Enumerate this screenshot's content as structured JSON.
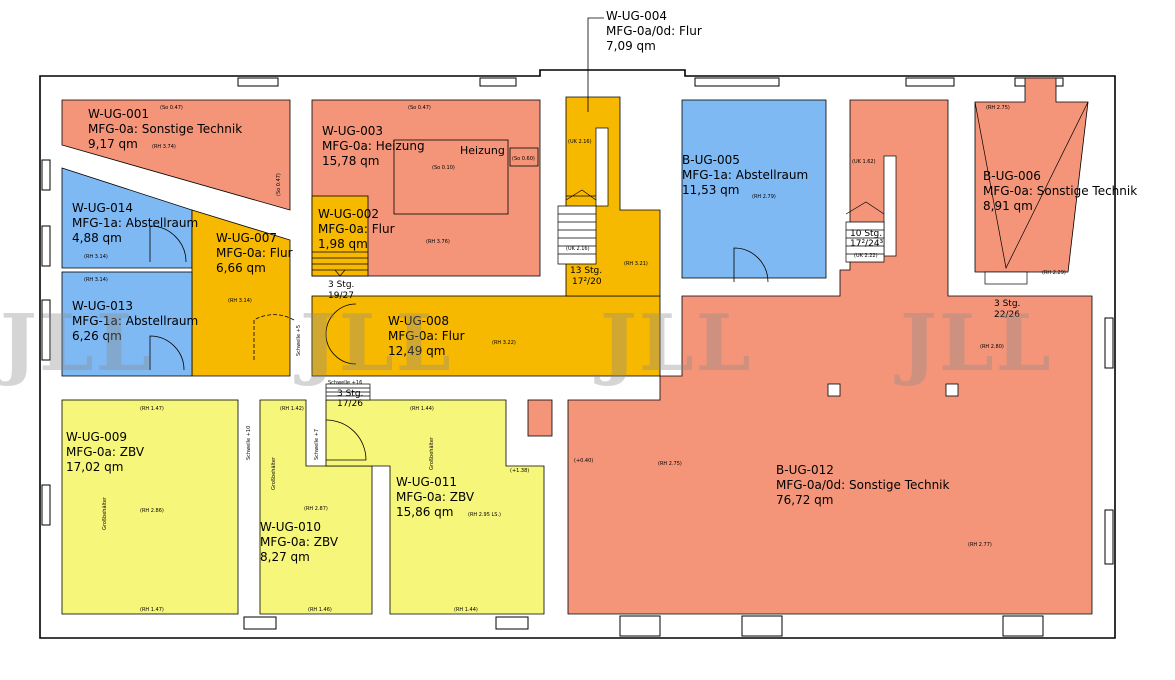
{
  "colors": {
    "technik": "#f4957a",
    "abstell": "#7fb9f4",
    "flur": "#f7b800",
    "zbv": "#f6f67a"
  },
  "rooms": [
    {
      "id": "W-UG-001",
      "type": "MFG-0a: Sonstige Technik",
      "area": "9,17 qm",
      "rh": "(RH 3.74)",
      "so": "(So 0.47)"
    },
    {
      "id": "W-UG-003",
      "type": "MFG-0a: Heizung",
      "area": "15,78 qm",
      "rh": "(RH 3.76)",
      "so": "(So 0.47)",
      "extra": "Heizung",
      "so2": "(So 0.10)",
      "so3": "(So 0.60)"
    },
    {
      "id": "W-UG-002",
      "type": "MFG-0a: Flur",
      "area": "1,98 qm"
    },
    {
      "id": "W-UG-014",
      "type": "MFG-1a: Abstellraum",
      "area": "4,88 qm",
      "rh": "(RH 3.14)"
    },
    {
      "id": "W-UG-007",
      "type": "MFG-0a: Flur",
      "area": "6,66 qm",
      "rh": "(RH 3.14)"
    },
    {
      "id": "W-UG-013",
      "type": "MFG-1a: Abstellraum",
      "area": "6,26 qm",
      "rh": "(RH 3.14)"
    },
    {
      "id": "W-UG-008",
      "type": "MFG-0a: Flur",
      "area": "12,49 qm",
      "rh": "(RH 3.22)"
    },
    {
      "id": "W-UG-004",
      "type": "MFG-0a/0d: Flur",
      "area": "7,09 qm",
      "rh": "(RH 3.21)",
      "uk": "(UK 2.16)"
    },
    {
      "id": "B-UG-005",
      "type": "MFG-1a: Abstellraum",
      "area": "11,53 qm",
      "rh": "(RH 2.79)"
    },
    {
      "id": "B-UG-006",
      "type": "MFG-0a: Sonstige Technik",
      "area": "8,91 qm",
      "rh": "(RH 2.75)",
      "rh2": "(RH 2.29)"
    },
    {
      "id": "W-UG-009",
      "type": "MFG-0a: ZBV",
      "area": "17,02 qm",
      "rh": "(RH 2.86)",
      "rh_top": "(RH 1.47)",
      "rh_bot": "(RH 1.47)"
    },
    {
      "id": "W-UG-010",
      "type": "MFG-0a: ZBV",
      "area": "8,27 qm",
      "rh": "(RH 2.87)",
      "rh_top": "(RH 1.42)",
      "rh_bot": "(RH 1.46)"
    },
    {
      "id": "W-UG-011",
      "type": "MFG-0a: ZBV",
      "area": "15,86 qm",
      "rh": "(RH 2.95 LS.)",
      "rh_top": "(RH 1.44)",
      "rh_bot": "(RH 1.44)"
    },
    {
      "id": "B-UG-012",
      "type": "MFG-0a/0d: Sonstige Technik",
      "area": "76,72 qm",
      "rh": "(RH 2.77)",
      "rh2": "(RH 2.75)",
      "rh3": "(RH 2.80)"
    }
  ],
  "stairs": [
    {
      "label": "3 Stg.",
      "steps": "19/27"
    },
    {
      "label": "13 Stg.",
      "steps": "17²/20"
    },
    {
      "label": "10 Stg.",
      "steps": "17²/24³"
    },
    {
      "label": "3 Stg.",
      "steps": "22/26"
    },
    {
      "label": "3 Stg.",
      "steps": "17/26"
    }
  ],
  "notes": {
    "schwelle5": "Schwelle +5",
    "schwelle7": "Schwelle +7",
    "schwelle10": "Schwelle +10",
    "schwelle16": "Schwelle +16",
    "level138": "(+1.38)",
    "level40": "(+0.40)",
    "uk162": "(UK 1.62)",
    "uk222": "(UK 2.22)",
    "uk216b": "(UK 2.16)",
    "rh280": "(RH 2.80)",
    "so047": "(So 0.47)",
    "grossbeh": "Großbehälter"
  },
  "watermark": "JLL"
}
